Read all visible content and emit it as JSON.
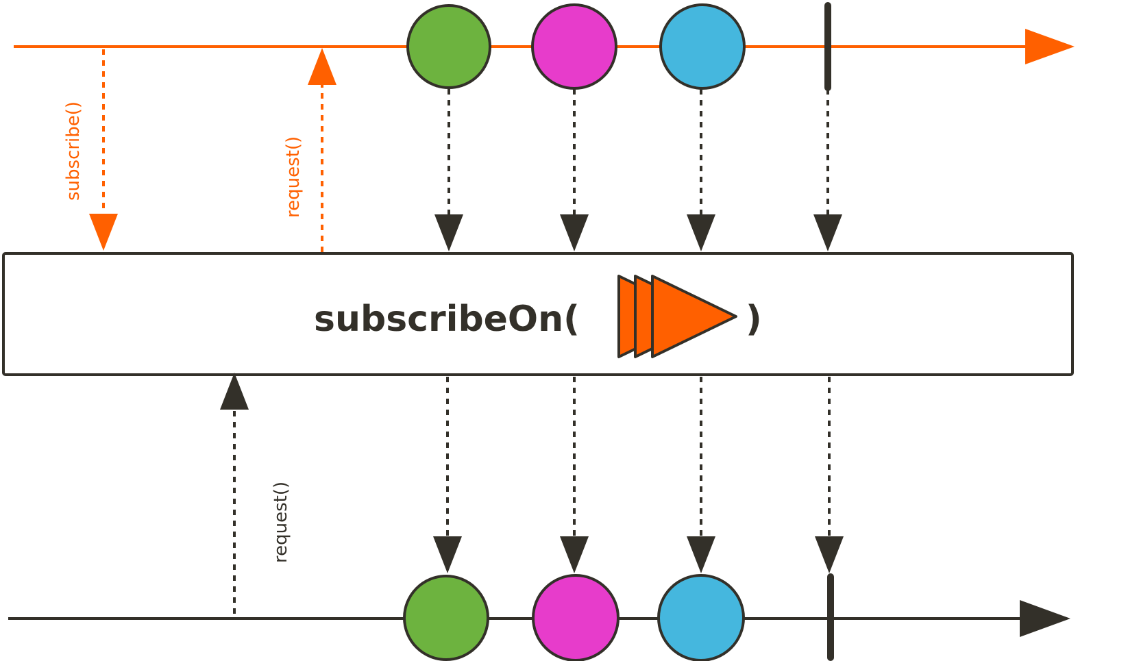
{
  "colors": {
    "orange": "#ff6000",
    "dark": "#333029",
    "green": "#6db33f",
    "magenta": "#e73ccb",
    "blue": "#45b7de",
    "white": "#ffffff"
  },
  "upstream": {
    "subscribe_label": "subscribe()",
    "request_label": "request()",
    "items": [
      {
        "name": "green",
        "color": "#6db33f"
      },
      {
        "name": "magenta",
        "color": "#e73ccb"
      },
      {
        "name": "blue",
        "color": "#45b7de"
      }
    ],
    "has_completion": true
  },
  "operator": {
    "name": "subscribeOn(",
    "close": ")",
    "icon": "scheduler-fast-forward-icon"
  },
  "downstream": {
    "request_label": "request()",
    "items": [
      {
        "name": "green",
        "color": "#6db33f"
      },
      {
        "name": "magenta",
        "color": "#e73ccb"
      },
      {
        "name": "blue",
        "color": "#45b7de"
      }
    ],
    "has_completion": true
  }
}
